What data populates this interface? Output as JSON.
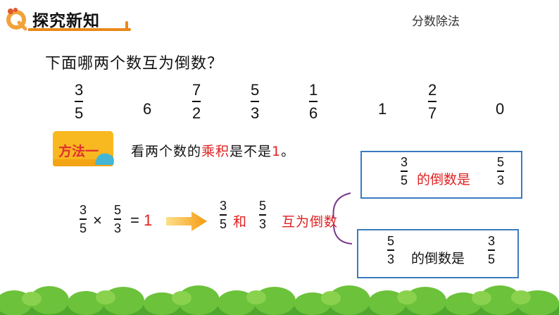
{
  "header": {
    "title": "探究新知",
    "section": "分数除法",
    "colors": {
      "accent": "#e9891a",
      "logo": "#f2a23a"
    }
  },
  "question": "下面哪两个数互为倒数？",
  "numbers": {
    "f1": {
      "num": "3",
      "den": "5"
    },
    "n2": "6",
    "f3": {
      "num": "7",
      "den": "2"
    },
    "f4": {
      "num": "5",
      "den": "3"
    },
    "f5": {
      "num": "1",
      "den": "6"
    },
    "n6": "1",
    "f7": {
      "num": "2",
      "den": "7"
    },
    "n8": "0"
  },
  "method": {
    "label": "方法一",
    "text_pre": "看两个数的",
    "text_red": "乘积",
    "text_mid": "是不是",
    "text_red2": "1",
    "text_post": "。"
  },
  "equation": {
    "a": {
      "num": "3",
      "den": "5"
    },
    "times": "×",
    "b": {
      "num": "5",
      "den": "3"
    },
    "equals": "=",
    "result": "1",
    "c": {
      "num": "3",
      "den": "5"
    },
    "he": "和",
    "d": {
      "num": "5",
      "den": "3"
    },
    "mutual": "互为倒数"
  },
  "box1": {
    "left": {
      "num": "3",
      "den": "5"
    },
    "text": "的倒数是",
    "right": {
      "num": "5",
      "den": "3"
    }
  },
  "box2": {
    "left": {
      "num": "5",
      "den": "3"
    },
    "text": "的倒数是",
    "right": {
      "num": "3",
      "den": "5"
    }
  },
  "colors": {
    "red": "#e02020",
    "box_border": "#3b7bbf",
    "brace": "#7a3b8c",
    "arrow": "#f5a020"
  }
}
